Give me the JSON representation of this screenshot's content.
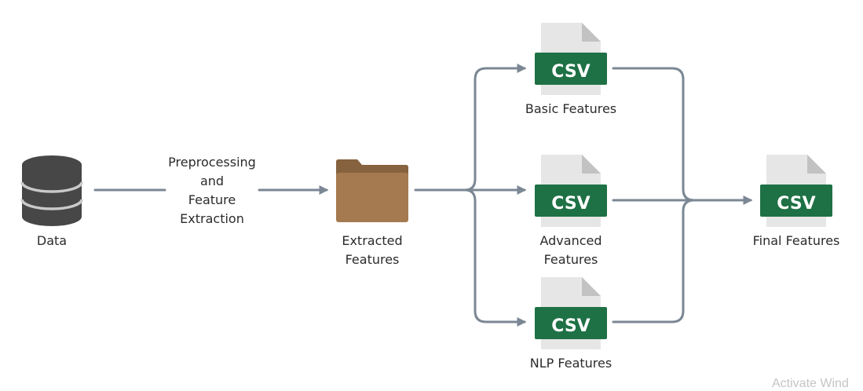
{
  "nodes": {
    "data": {
      "label": "Data"
    },
    "process": {
      "lines": [
        "Preprocessing",
        "and",
        "Feature",
        "Extraction"
      ]
    },
    "extracted": {
      "lines": [
        "Extracted",
        "Features"
      ]
    },
    "basic": {
      "label": "Basic Features",
      "badge": "CSV"
    },
    "advanced": {
      "lines": [
        "Advanced",
        "Features"
      ],
      "badge": "CSV"
    },
    "nlp": {
      "label": "NLP Features",
      "badge": "CSV"
    },
    "final": {
      "label": "Final Features",
      "badge": "CSV"
    }
  },
  "watermark": "Activate Wind",
  "colors": {
    "connector": "#7b8794",
    "db_body": "#474747",
    "db_rim": "#c9c9c9",
    "folder_front": "#a57a50",
    "folder_back": "#86623f",
    "doc_page": "#e6e6e6",
    "doc_fold": "#c2c2c2",
    "csv_badge": "#1e7145",
    "csv_text": "#ffffff",
    "label_text": "#2b2b2b"
  },
  "icons": [
    "database-icon",
    "folder-icon",
    "csv-file-icon"
  ]
}
